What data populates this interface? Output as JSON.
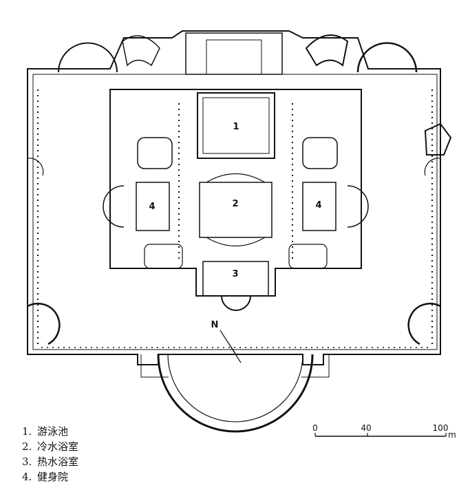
{
  "plan": {
    "room_labels": [
      "1",
      "2",
      "3",
      "4",
      "4"
    ],
    "north_label": "N"
  },
  "legend": [
    {
      "num": "1.",
      "text": "游泳池"
    },
    {
      "num": "2.",
      "text": "冷水浴室"
    },
    {
      "num": "3.",
      "text": "热水浴室"
    },
    {
      "num": "4.",
      "text": "健身院"
    }
  ],
  "scale": {
    "ticks": [
      "0",
      "40",
      "100"
    ],
    "unit": "m"
  }
}
